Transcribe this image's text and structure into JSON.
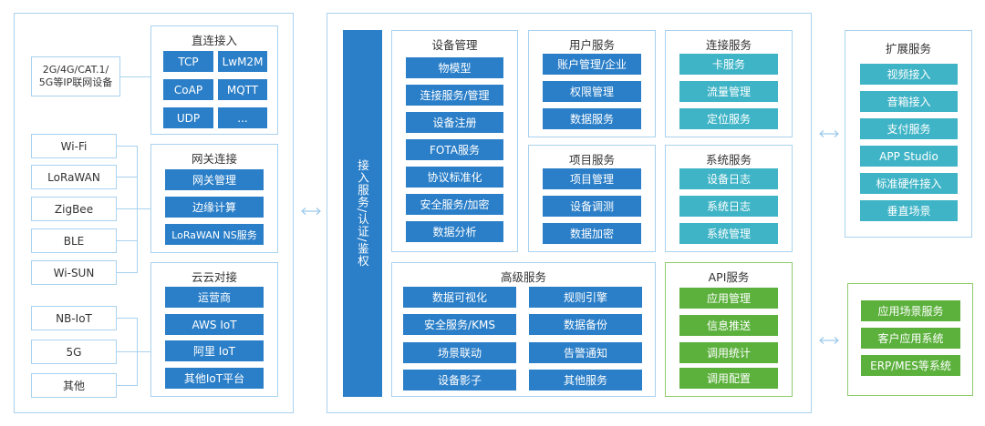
{
  "colors": {
    "dark_blue": "#2b7fc8",
    "teal": "#3fb4c6",
    "green": "#5cb13d",
    "border_blue": "#a9d2ef",
    "border_green": "#8fcc6e"
  },
  "left": {
    "cellular_device": "2G/4G/CAT.1/\n5G等IP联网设备",
    "direct": {
      "title": "直连接入",
      "items": [
        "TCP",
        "LwM2M",
        "CoAP",
        "MQTT",
        "UDP",
        "..."
      ]
    },
    "gateway_protocols": [
      "Wi-Fi",
      "LoRaWAN",
      "ZigBee",
      "BLE",
      "Wi-SUN"
    ],
    "gateway": {
      "title": "网关连接",
      "items": [
        "网关管理",
        "边缘计算",
        "LoRaWAN NS服务"
      ]
    },
    "cloud_sources": [
      "NB-IoT",
      "5G",
      "其他"
    ],
    "cloud": {
      "title": "云云对接",
      "items": [
        "运营商",
        "AWS IoT",
        "阿里 IoT",
        "其他IoT平台"
      ]
    }
  },
  "center": {
    "access_bar": "接入服务/认证/鉴权",
    "device_mgmt": {
      "title": "设备管理",
      "items": [
        "物模型",
        "连接服务/管理",
        "设备注册",
        "FOTA服务",
        "协议标准化",
        "安全服务/加密",
        "数据分析"
      ]
    },
    "user_service": {
      "title": "用户服务",
      "items": [
        "账户管理/企业",
        "权限管理",
        "数据服务"
      ]
    },
    "connect_service": {
      "title": "连接服务",
      "items": [
        "卡服务",
        "流量管理",
        "定位服务"
      ]
    },
    "project_service": {
      "title": "项目服务",
      "items": [
        "项目管理",
        "设备调测",
        "数据加密"
      ]
    },
    "system_service": {
      "title": "系统服务",
      "items": [
        "设备日志",
        "系统日志",
        "系统管理"
      ]
    },
    "advanced_service": {
      "title": "高级服务",
      "items": [
        "数据可视化",
        "规则引擎",
        "安全服务/KMS",
        "数据备份",
        "场景联动",
        "告警通知",
        "设备影子",
        "其他服务"
      ]
    },
    "api_service": {
      "title": "API服务",
      "items": [
        "应用管理",
        "信息推送",
        "调用统计",
        "调用配置"
      ]
    }
  },
  "right": {
    "extension": {
      "title": "扩展服务",
      "items": [
        "视频接入",
        "音箱接入",
        "支付服务",
        "APP Studio",
        "标准硬件接入",
        "垂直场景"
      ]
    },
    "applications": {
      "items": [
        "应用场景服务",
        "客户应用系统",
        "ERP/MES等系统"
      ]
    }
  }
}
